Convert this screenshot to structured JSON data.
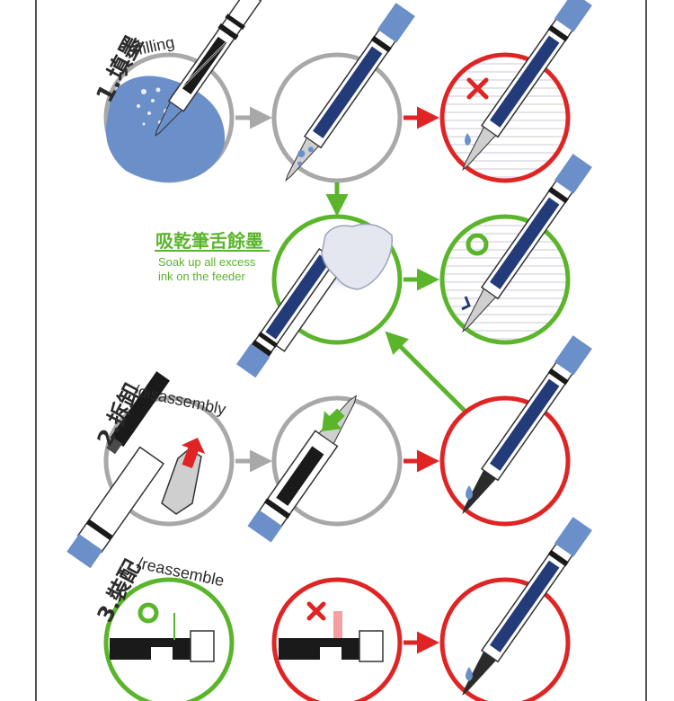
{
  "steps": {
    "filling": {
      "cn": "1.填墨",
      "en": "/filling"
    },
    "soak": {
      "cn": "吸乾筆舌餘墨",
      "en_line1": "Soak up all excess",
      "en_line2": "ink on the feeder"
    },
    "disassembly": {
      "cn": "2.拆卸",
      "en": "/disassembly"
    },
    "reassemble": {
      "cn": "3.裝配",
      "en": "/reassemble"
    }
  },
  "colors": {
    "green": "#5ab52b",
    "red": "#e02424",
    "gray": "#a8a8a8",
    "ink_blue": "#6b8fc9",
    "dark_blue": "#243b7a",
    "black": "#1a1a1a"
  },
  "icons": {
    "ok": "circle-mark",
    "wrong": "cross-mark",
    "push": "arrow",
    "drop": "ink-drop"
  }
}
